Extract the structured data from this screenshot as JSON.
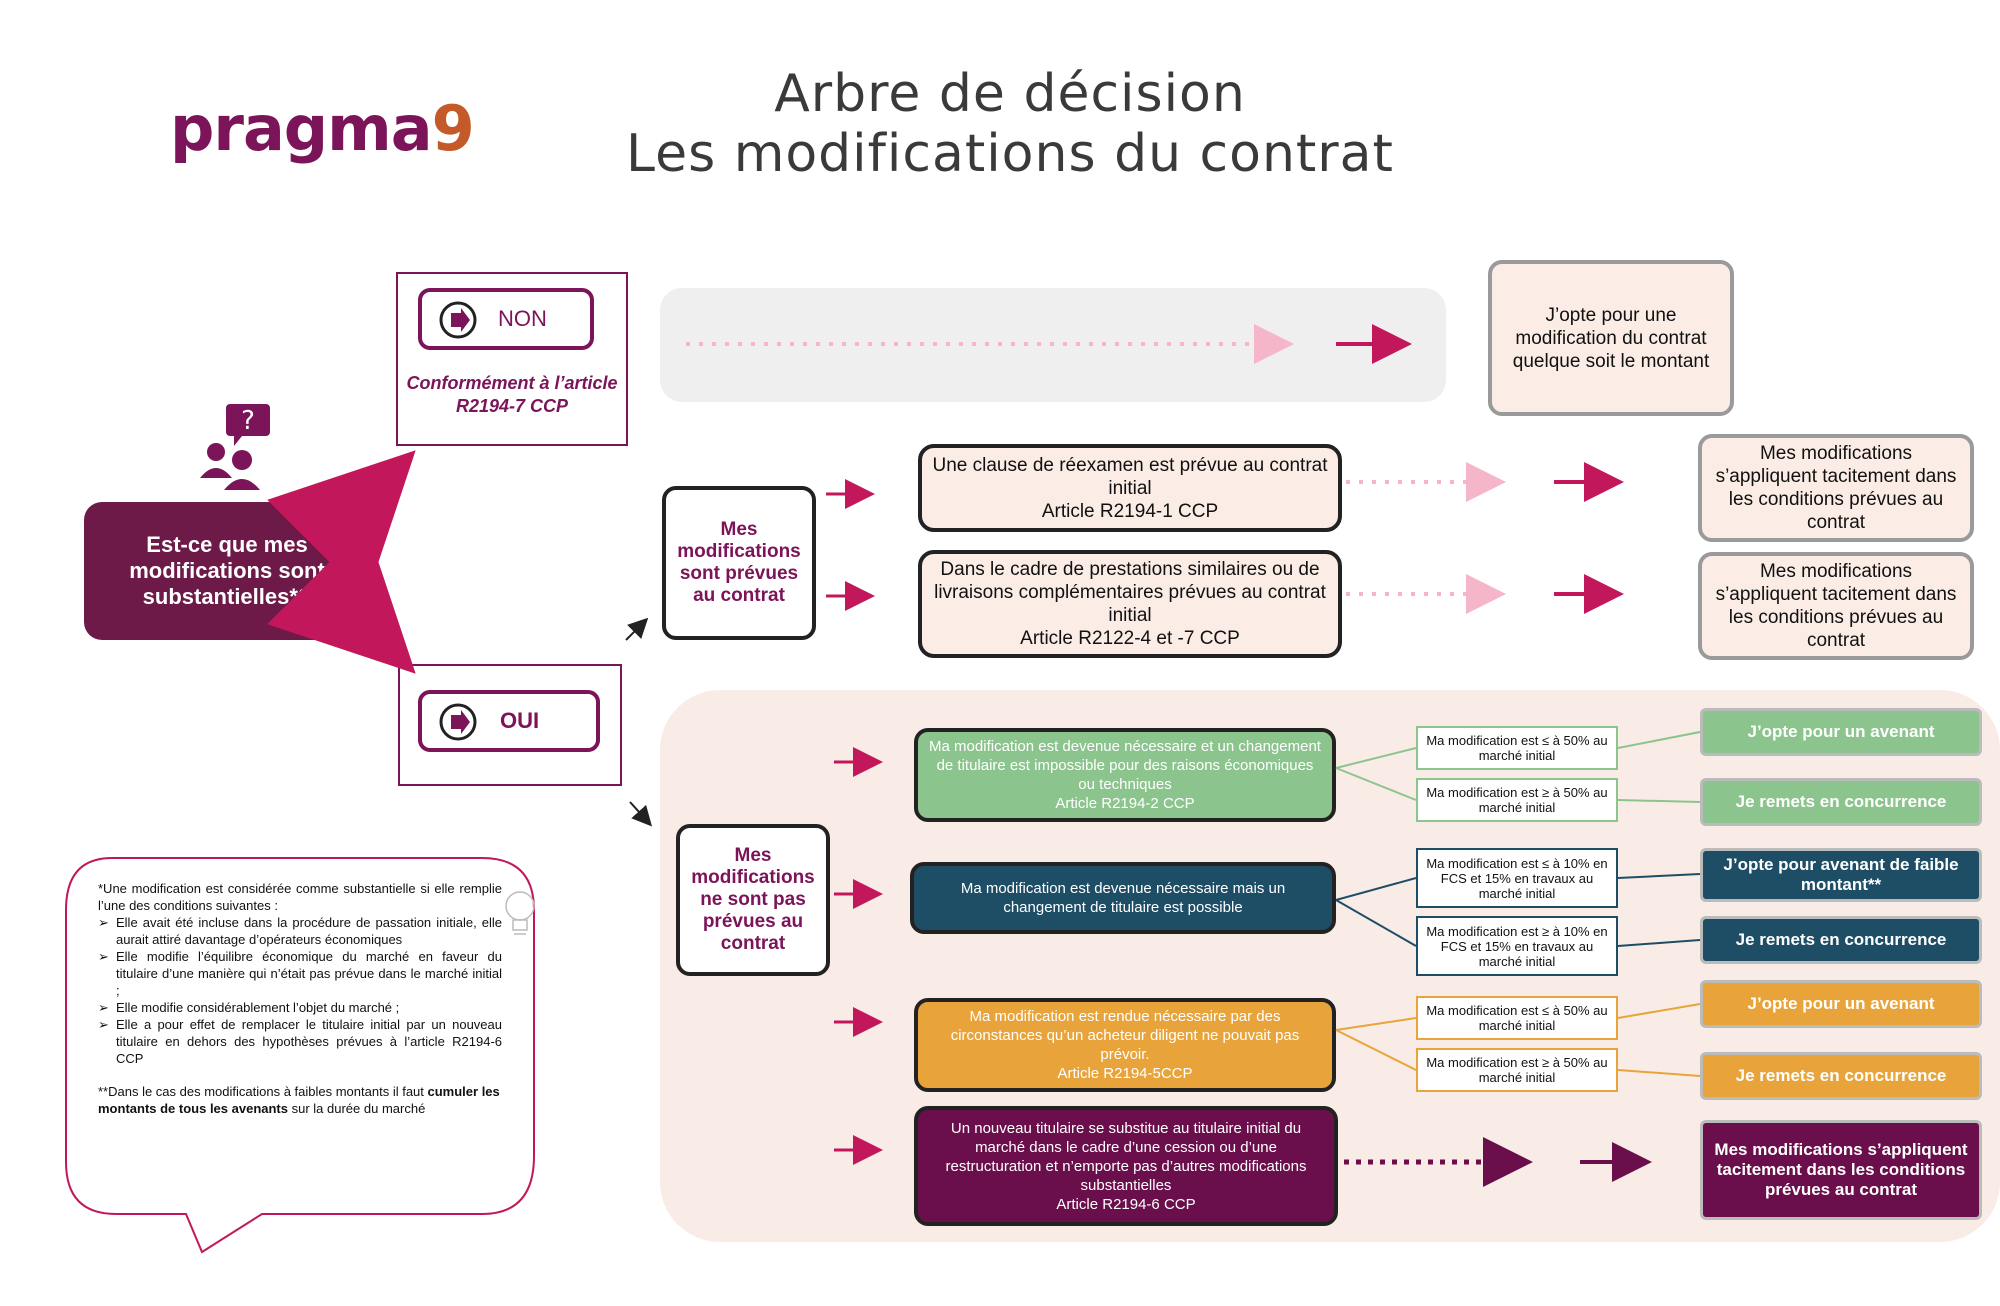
{
  "logo": {
    "text": "pragma",
    "digit": "9"
  },
  "title": {
    "line1": "Arbre de décision",
    "line2": "Les modifications du contrat"
  },
  "question": {
    "text": "Est-ce que mes modifications sont substantielles*?",
    "icon": "question-people-icon"
  },
  "non": {
    "label": "NON",
    "caption": "Conformément à l’article R2194-7 CCP"
  },
  "oui": {
    "label": "OUI"
  },
  "non_result": "J’opte pour une modification du contrat quelque soit le montant",
  "prevues": {
    "label": "Mes modifications sont prévues au contrat",
    "cases": [
      {
        "text": "Une clause de réexamen est prévue au contrat initial\nArticle R2194-1 CCP",
        "result": "Mes modifications s’appliquent tacitement dans les conditions prévues au contrat"
      },
      {
        "text": "Dans le cadre de prestations similaires ou de livraisons complémentaires prévues au contrat initial\nArticle R2122-4 et -7 CCP",
        "result": "Mes modifications s’appliquent tacitement dans les conditions prévues au contrat"
      }
    ]
  },
  "non_prevues": {
    "label": "Mes modifications ne sont pas prévues au contrat",
    "cases": [
      {
        "text": "Ma modification est devenue nécessaire et un changement de titulaire est impossible pour des raisons économiques ou techniques\nArticle R2194-2  CCP",
        "color": "#8cc48e",
        "conditions": [
          "Ma modification est ≤ à 50% au marché initial",
          "Ma modification est ≥ à 50% au marché initial"
        ],
        "results": [
          "J’opte pour un avenant",
          "Je remets en concurrence"
        ]
      },
      {
        "text": "Ma modification est devenue nécessaire mais un changement de titulaire est possible",
        "color": "#1e4d66",
        "conditions": [
          "Ma modification est ≤ à 10% en FCS et 15% en travaux au marché initial",
          "Ma modification est  ≥ à 10% en FCS et 15% en travaux au marché initial"
        ],
        "results": [
          "J’opte pour avenant de faible montant**",
          "Je remets en concurrence"
        ]
      },
      {
        "text": "Ma modification est rendue nécessaire par des circonstances qu’un acheteur diligent ne pouvait pas prévoir.\nArticle R2194-5CCP",
        "color": "#e8a43a",
        "conditions": [
          "Ma modification est ≤ à 50% au marché initial",
          "Ma modification est ≥ à 50% au marché initial"
        ],
        "results": [
          "J’opte pour un avenant",
          "Je  remets en concurrence"
        ]
      },
      {
        "text": "Un nouveau titulaire se substitue au titulaire initial du marché dans le cadre d’une cession ou d’une restructuration et n’emporte pas d’autres modifications substantielles\nArticle R2194-6 CCP",
        "color": "#6b0f4c",
        "result": "Mes modifications s’appliquent tacitement dans les conditions prévues au contrat"
      }
    ]
  },
  "footnote": {
    "intro": "*Une modification est considérée comme substantielle si elle remplie l’une des conditions suivantes :",
    "items": [
      "Elle avait été incluse dans la procédure de passation initiale, elle aurait attiré davantage d’opérateurs économiques",
      "Elle modifie l’équilibre économique du marché en faveur du titulaire d’une manière qui n’était pas prévue dans le marché initial ;",
      "Elle modifie considérablement l’objet du marché ;",
      "Elle a pour effet de remplacer le titulaire initial par un nouveau titulaire en dehors des hypothèses prévues à l’article R2194-6 CCP"
    ],
    "note2_before": "**Dans le cas des modifications à faibles montants il faut ",
    "note2_bold": "cumuler les montants de tous les avenants",
    "note2_after": " sur la durée du marché"
  },
  "colors": {
    "brand": "#7b1458",
    "question_bg": "#6e1a48",
    "green": "#8cc48e",
    "navy": "#1e4d66",
    "orange": "#e8a43a",
    "plum": "#6b0f4c",
    "arrow": "#c2185b"
  }
}
